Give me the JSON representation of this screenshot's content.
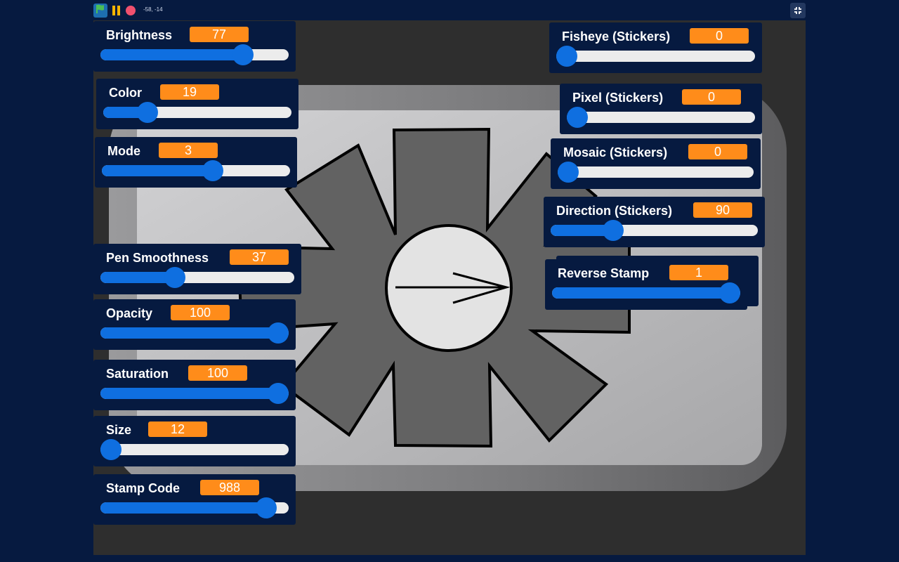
{
  "toolbar": {
    "green_flag_icon": "green-flag-icon",
    "pause_icon": "pause-icon",
    "stop_icon": "stop-icon",
    "mouse_coords": "-58, -14",
    "fullscreen_icon": "fullscreen-icon"
  },
  "colors": {
    "background": "#061a40",
    "monitor_value": "#ff8c1a",
    "slider_accent": "#0f6fe0",
    "slider_track": "#ececec"
  },
  "monitors": [
    {
      "label": "Brightness",
      "value": "77",
      "slider_fraction": 0.79
    },
    {
      "label": "Color",
      "value": "19",
      "slider_fraction": 0.2
    },
    {
      "label": "Mode",
      "value": "3",
      "slider_fraction": 0.6
    },
    {
      "label": "Pen Smoothness",
      "value": "37",
      "slider_fraction": 0.37
    },
    {
      "label": "Opacity",
      "value": "100",
      "slider_fraction": 1.0
    },
    {
      "label": "Saturation",
      "value": "100",
      "slider_fraction": 1.0
    },
    {
      "label": "Size",
      "value": "12",
      "slider_fraction": 0.0
    },
    {
      "label": "Stamp Code",
      "value": "988",
      "slider_fraction": 0.93
    },
    {
      "label": "Fisheye (Stickers)",
      "value": "0",
      "slider_fraction": 0.0
    },
    {
      "label": "Pixel (Stickers)",
      "value": "0",
      "slider_fraction": 0.0
    },
    {
      "label": "Mosaic (Stickers)",
      "value": "0",
      "slider_fraction": 0.0
    },
    {
      "label": "Direction (Stickers)",
      "value": "90",
      "slider_fraction": 0.28
    },
    {
      "label": "Reverse Stamp",
      "value": "1",
      "slider_fraction": 1.0
    }
  ]
}
